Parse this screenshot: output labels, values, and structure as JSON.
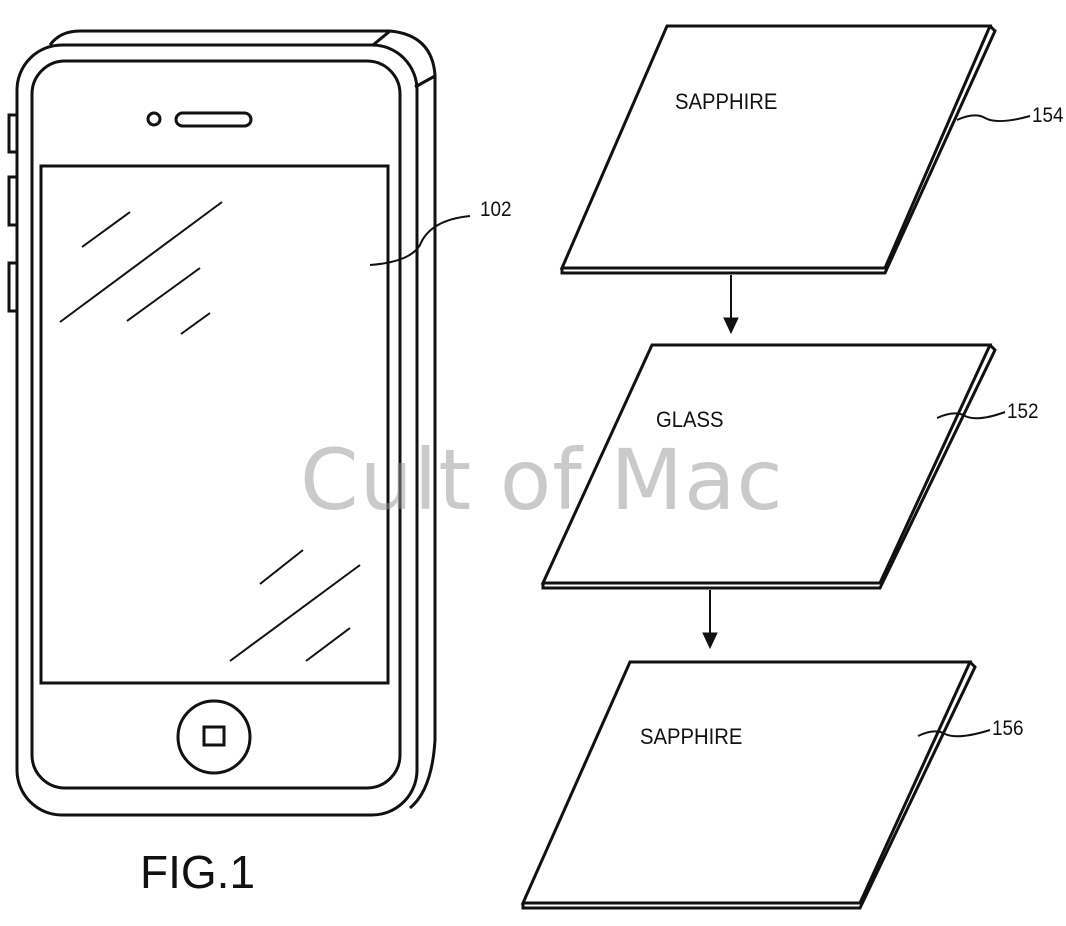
{
  "figure_label": "FIG.1",
  "watermark": "Cult of Mac",
  "phone": {
    "ref": "102"
  },
  "layers": [
    {
      "label": "SAPPHIRE",
      "ref": "154"
    },
    {
      "label": "GLASS",
      "ref": "152"
    },
    {
      "label": "SAPPHIRE",
      "ref": "156"
    }
  ]
}
